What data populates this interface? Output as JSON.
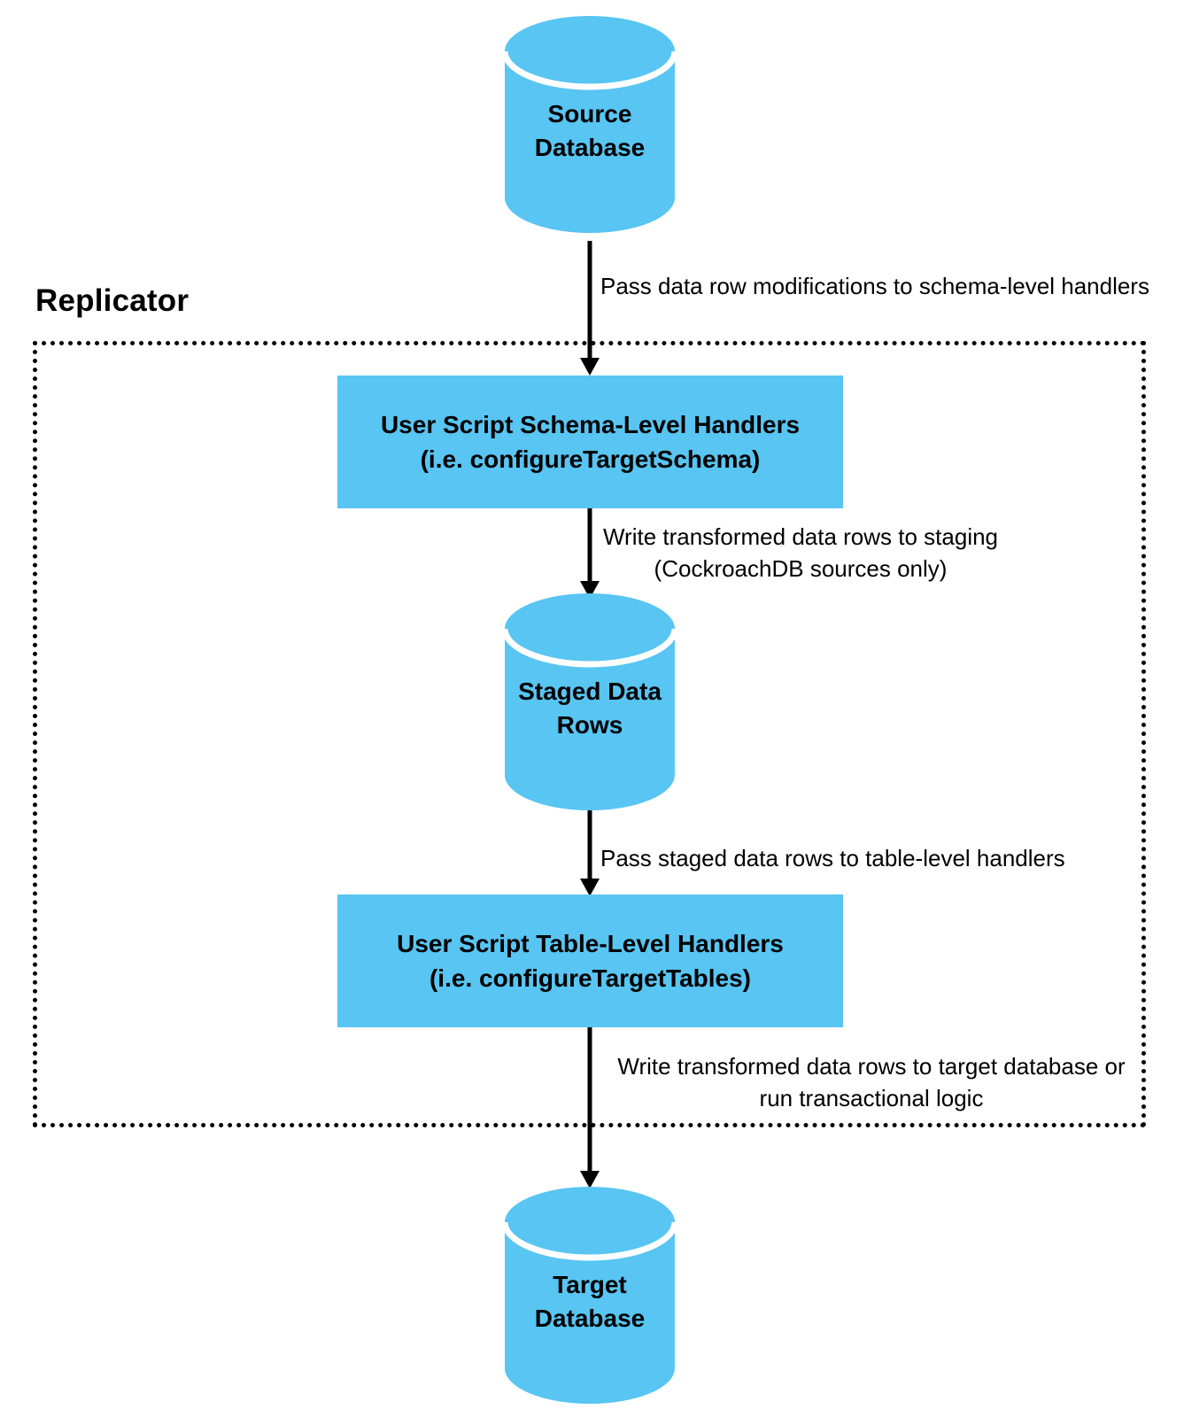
{
  "replicator": {
    "label": "Replicator"
  },
  "nodes": {
    "source_database": {
      "label": "Source\nDatabase"
    },
    "schema_handlers": {
      "label": "User Script Schema-Level Handlers\n(i.e. configureTargetSchema)"
    },
    "staged_data_rows": {
      "label": "Staged Data\nRows"
    },
    "table_handlers": {
      "label": "User Script Table-Level Handlers\n(i.e. configureTargetTables)"
    },
    "target_database": {
      "label": "Target\nDatabase"
    }
  },
  "edges": {
    "source_to_schema": {
      "label": "Pass data row modifications to schema-level handlers"
    },
    "schema_to_staging": {
      "label": "Write transformed data rows to staging\n(CockroachDB sources only)"
    },
    "staging_to_table": {
      "label": "Pass staged data rows to table-level handlers"
    },
    "table_to_target": {
      "label": "Write transformed data rows to target database or\nrun transactional logic"
    }
  },
  "colors": {
    "node_fill": "#58C5F2",
    "line": "#000000",
    "text": "#000000",
    "background": "#FFFFFF"
  }
}
